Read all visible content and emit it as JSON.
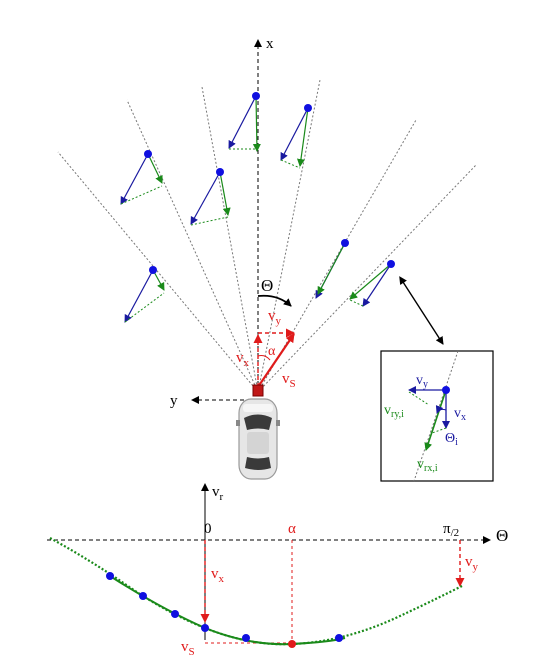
{
  "labels": {
    "x_axis": "x",
    "y_axis": "y",
    "theta": "Θ",
    "alpha": "α",
    "vy": "v",
    "vy_sub": "y",
    "vx": "v",
    "vx_sub": "x",
    "vs": "v",
    "vs_sub": "S"
  },
  "inset": {
    "vy": "v",
    "vy_sub": "y",
    "vry": "v",
    "vry_sub": "ry,i",
    "vx": "v",
    "vx_sub": "x",
    "theta_i": "Θ",
    "theta_i_sub": "i",
    "vrx": "v",
    "vrx_sub": "rx,i"
  },
  "plot": {
    "vr": "v",
    "vr_sub": "r",
    "theta": "Θ",
    "tick_zero": "0",
    "tick_alpha": "α",
    "tick_pi": "π",
    "tick_pi_den": "/2",
    "vx": "v",
    "vx_sub": "x",
    "vy": "v",
    "vy_sub": "y",
    "vs": "v",
    "vs_sub": "S"
  },
  "colors": {
    "blue": "#1a1aa0",
    "green": "#1a8a1a",
    "red": "#e01b1b",
    "dot": "#1010e0",
    "gray": "#888888"
  }
}
